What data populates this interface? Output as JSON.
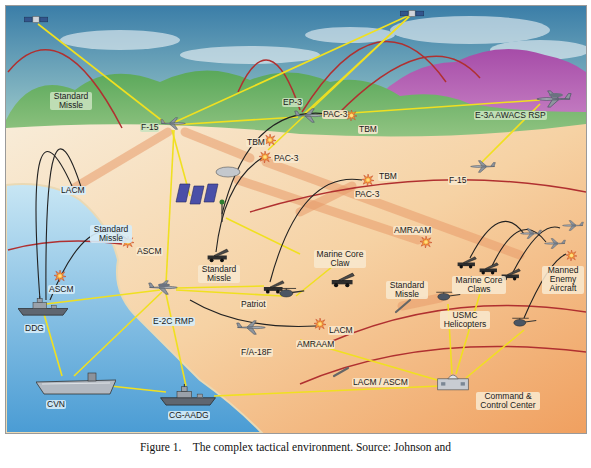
{
  "diagram": {
    "caption": "Figure 1.    The complex tactical environment. Source: Johnson and",
    "labels": [
      "Standard Missle",
      "F-15",
      "EP-3",
      "E-3A AWACS RSP",
      "TBM",
      "PAC-3",
      "PAC-3",
      "TBM",
      "TBM",
      "PAC-3",
      "F-15",
      "LACM",
      "Standard Missle",
      "ASCM",
      "AMRAAM",
      "Standard Missle",
      "Marine Core Claw",
      "Marine Core Claws",
      "Manned Enemy Aircraft",
      "ASCM",
      "Patriot",
      "Standard Missle",
      "USMC Helicopters",
      "E-2C RMP",
      "DDG",
      "F/A-18F",
      "LACM",
      "AMRAAM",
      "CVN",
      "CG-AADG",
      "LACM / ASCM",
      "Command & Control Center"
    ]
  }
}
